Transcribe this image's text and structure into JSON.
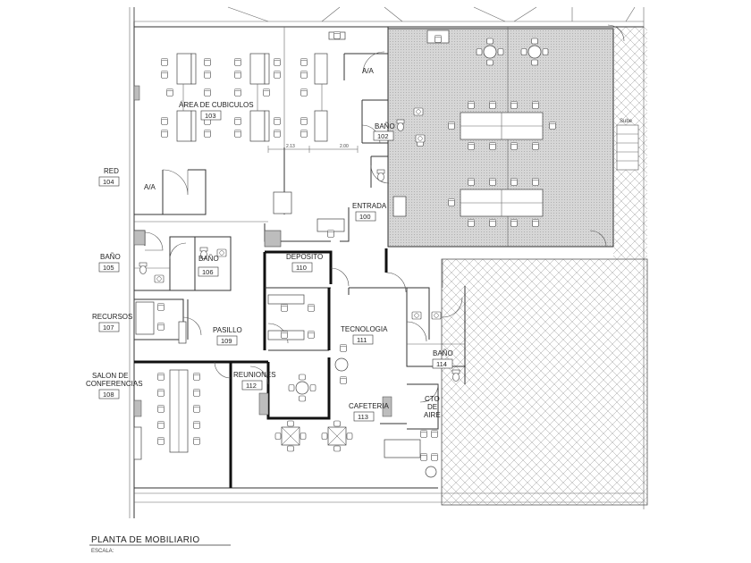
{
  "plan": {
    "title": "PLANTA DE MOBILIARIO",
    "scale_label": "ESCALA:"
  },
  "rooms": {
    "cubiculos": {
      "name": "ÁREA DE CUBICULOS",
      "number": "103"
    },
    "red": {
      "name": "RED",
      "number": "104"
    },
    "aa_1": {
      "name": "A/A"
    },
    "aa_2": {
      "name": "A/A"
    },
    "bano_102": {
      "name": "BAÑO",
      "number": "102"
    },
    "entrada": {
      "name": "ENTRADA",
      "number": "100"
    },
    "deposito": {
      "name": "DEPOSITO",
      "number": "110"
    },
    "bano_105": {
      "name": "BAÑO",
      "number": "105"
    },
    "bano_106": {
      "name": "BAÑO",
      "number": "106"
    },
    "recursos": {
      "name": "RECURSOS",
      "number": "107"
    },
    "pasillo": {
      "name": "PASILLO",
      "number": "109"
    },
    "tecnologia": {
      "name": "TECNOLOGIA",
      "number": "111"
    },
    "bano_114": {
      "name": "BAÑO",
      "number": "114"
    },
    "salon_line1": {
      "name": "SALON DE"
    },
    "salon_line2": {
      "name": "CONFERENCIAS",
      "number": "108"
    },
    "reuniones": {
      "name": "REUNIONES",
      "number": "112"
    },
    "cafeteria": {
      "name": "CAFETERIA",
      "number": "113"
    },
    "cto_line1": {
      "name": "CTO"
    },
    "cto_line2": {
      "name": "DE"
    },
    "cto_line3": {
      "name": "AIRE"
    }
  },
  "dimensions": {
    "d1": "2.13",
    "d2": "2.00"
  },
  "stair": {
    "label": "Sube"
  },
  "colors": {
    "hatch_grey": "#d6d6d6",
    "walls": "#111111",
    "crosshatch": "#9a9a9a"
  }
}
